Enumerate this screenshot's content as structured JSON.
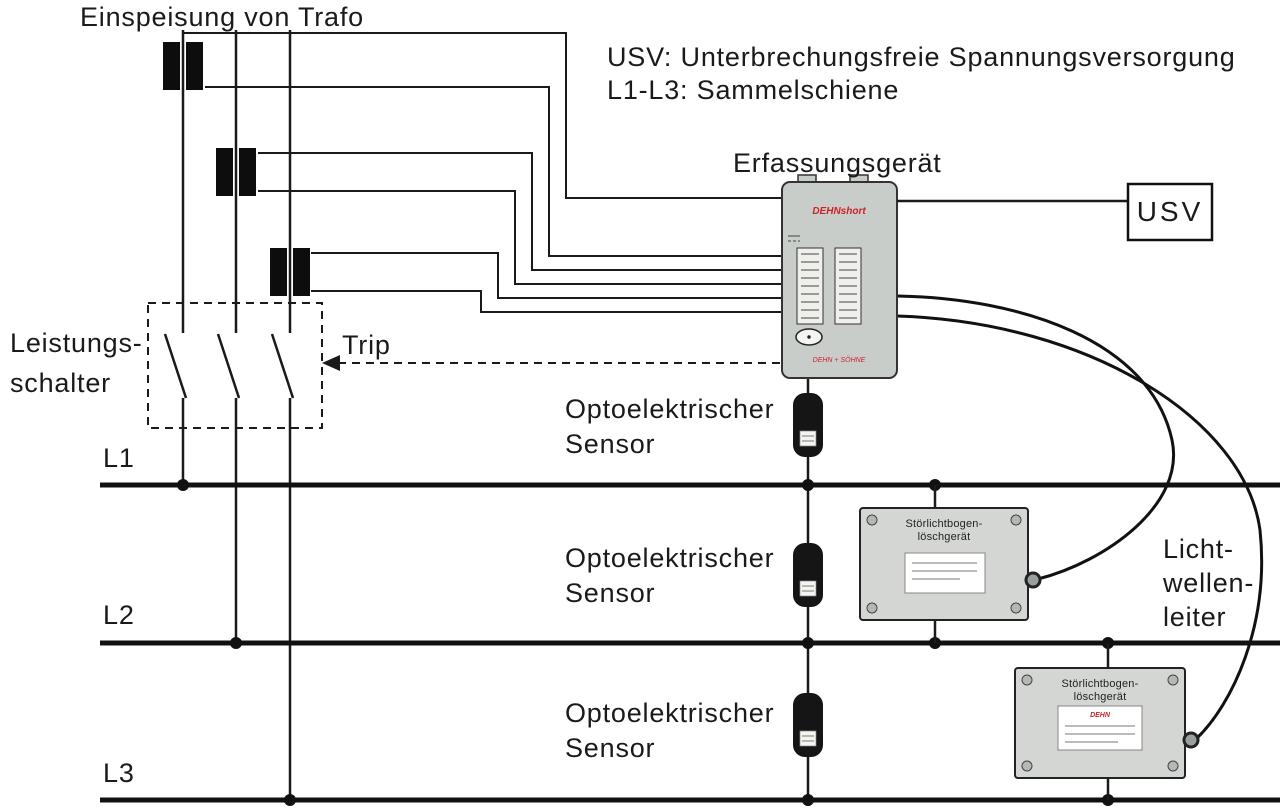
{
  "diagram": {
    "feed_label": "Einspeisung von Trafo",
    "legend": {
      "line1": "USV: Unterbrechungsfreie Spannungsversorgung",
      "line2": "L1-L3: Sammelschiene"
    },
    "device_label": "Erfassungsgerät",
    "usv_box_label": "USV",
    "breaker_label": {
      "line1": "Leistungs-",
      "line2": "schalter"
    },
    "trip_label": "Trip",
    "sensor_label": {
      "line1": "Optoelektrischer",
      "line2": "Sensor"
    },
    "fiber_label": {
      "line1": "Licht-",
      "line2": "wellen-",
      "line3": "leiter"
    },
    "bus_labels": {
      "l1": "L1",
      "l2": "L2",
      "l3": "L3"
    },
    "device": {
      "logo_text": "DEHNshort",
      "bottom_text": "DEHN + SÖHNE"
    },
    "quencher": {
      "title_line1": "Störlichtbogen-",
      "title_line2": "löschgerät",
      "inner_logo": "DEHN"
    },
    "colors": {
      "wire": "#1a1a1a",
      "device_fill": "#c9cdc9",
      "quencher_fill": "#d3d6d2",
      "accent_red": "#cc2229"
    }
  }
}
